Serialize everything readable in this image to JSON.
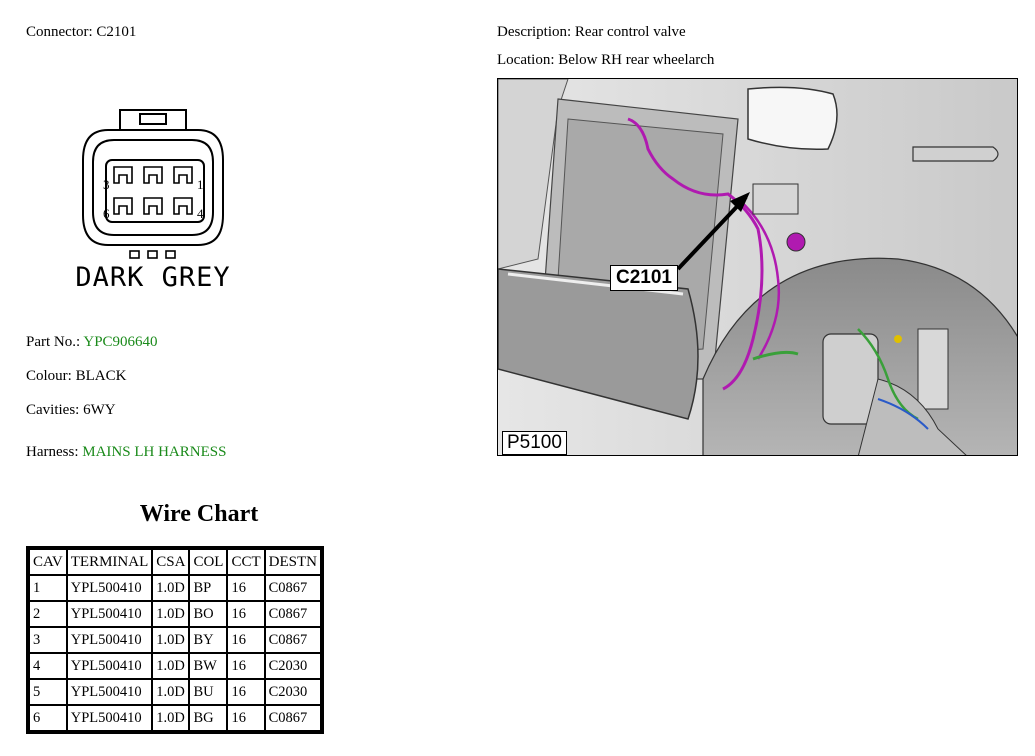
{
  "connector": {
    "label": "Connector:",
    "value": "C2101"
  },
  "description": {
    "label": "Description:",
    "value": "Rear control valve"
  },
  "location": {
    "label": "Location:",
    "value": "Below RH rear wheelarch"
  },
  "connector_drawing": {
    "cavity_numbers": [
      "3",
      "1",
      "6",
      "4"
    ],
    "colour_caption": "DARK GREY"
  },
  "part_no": {
    "label": "Part No.:",
    "value": "YPC906640"
  },
  "colour": {
    "label": "Colour:",
    "value": "BLACK"
  },
  "cavities": {
    "label": "Cavities:",
    "value": "6WY"
  },
  "harness": {
    "label": "Harness:",
    "value": "MAINS LH HARNESS"
  },
  "photo": {
    "callout": "C2101",
    "ref": "P5100"
  },
  "colors": {
    "green_text": "#1a8a1a",
    "harness_pink": "#b01ab0",
    "harness_green": "#3aa03a"
  },
  "wire_chart": {
    "title": "Wire Chart",
    "headers": [
      "CAV",
      "TERMINAL",
      "CSA",
      "COL",
      "CCT",
      "DESTN"
    ],
    "rows": [
      [
        "1",
        "YPL500410",
        "1.0D",
        "BP",
        "16",
        "C0867"
      ],
      [
        "2",
        "YPL500410",
        "1.0D",
        "BO",
        "16",
        "C0867"
      ],
      [
        "3",
        "YPL500410",
        "1.0D",
        "BY",
        "16",
        "C0867"
      ],
      [
        "4",
        "YPL500410",
        "1.0D",
        "BW",
        "16",
        "C2030"
      ],
      [
        "5",
        "YPL500410",
        "1.0D",
        "BU",
        "16",
        "C2030"
      ],
      [
        "6",
        "YPL500410",
        "1.0D",
        "BG",
        "16",
        "C0867"
      ]
    ]
  }
}
